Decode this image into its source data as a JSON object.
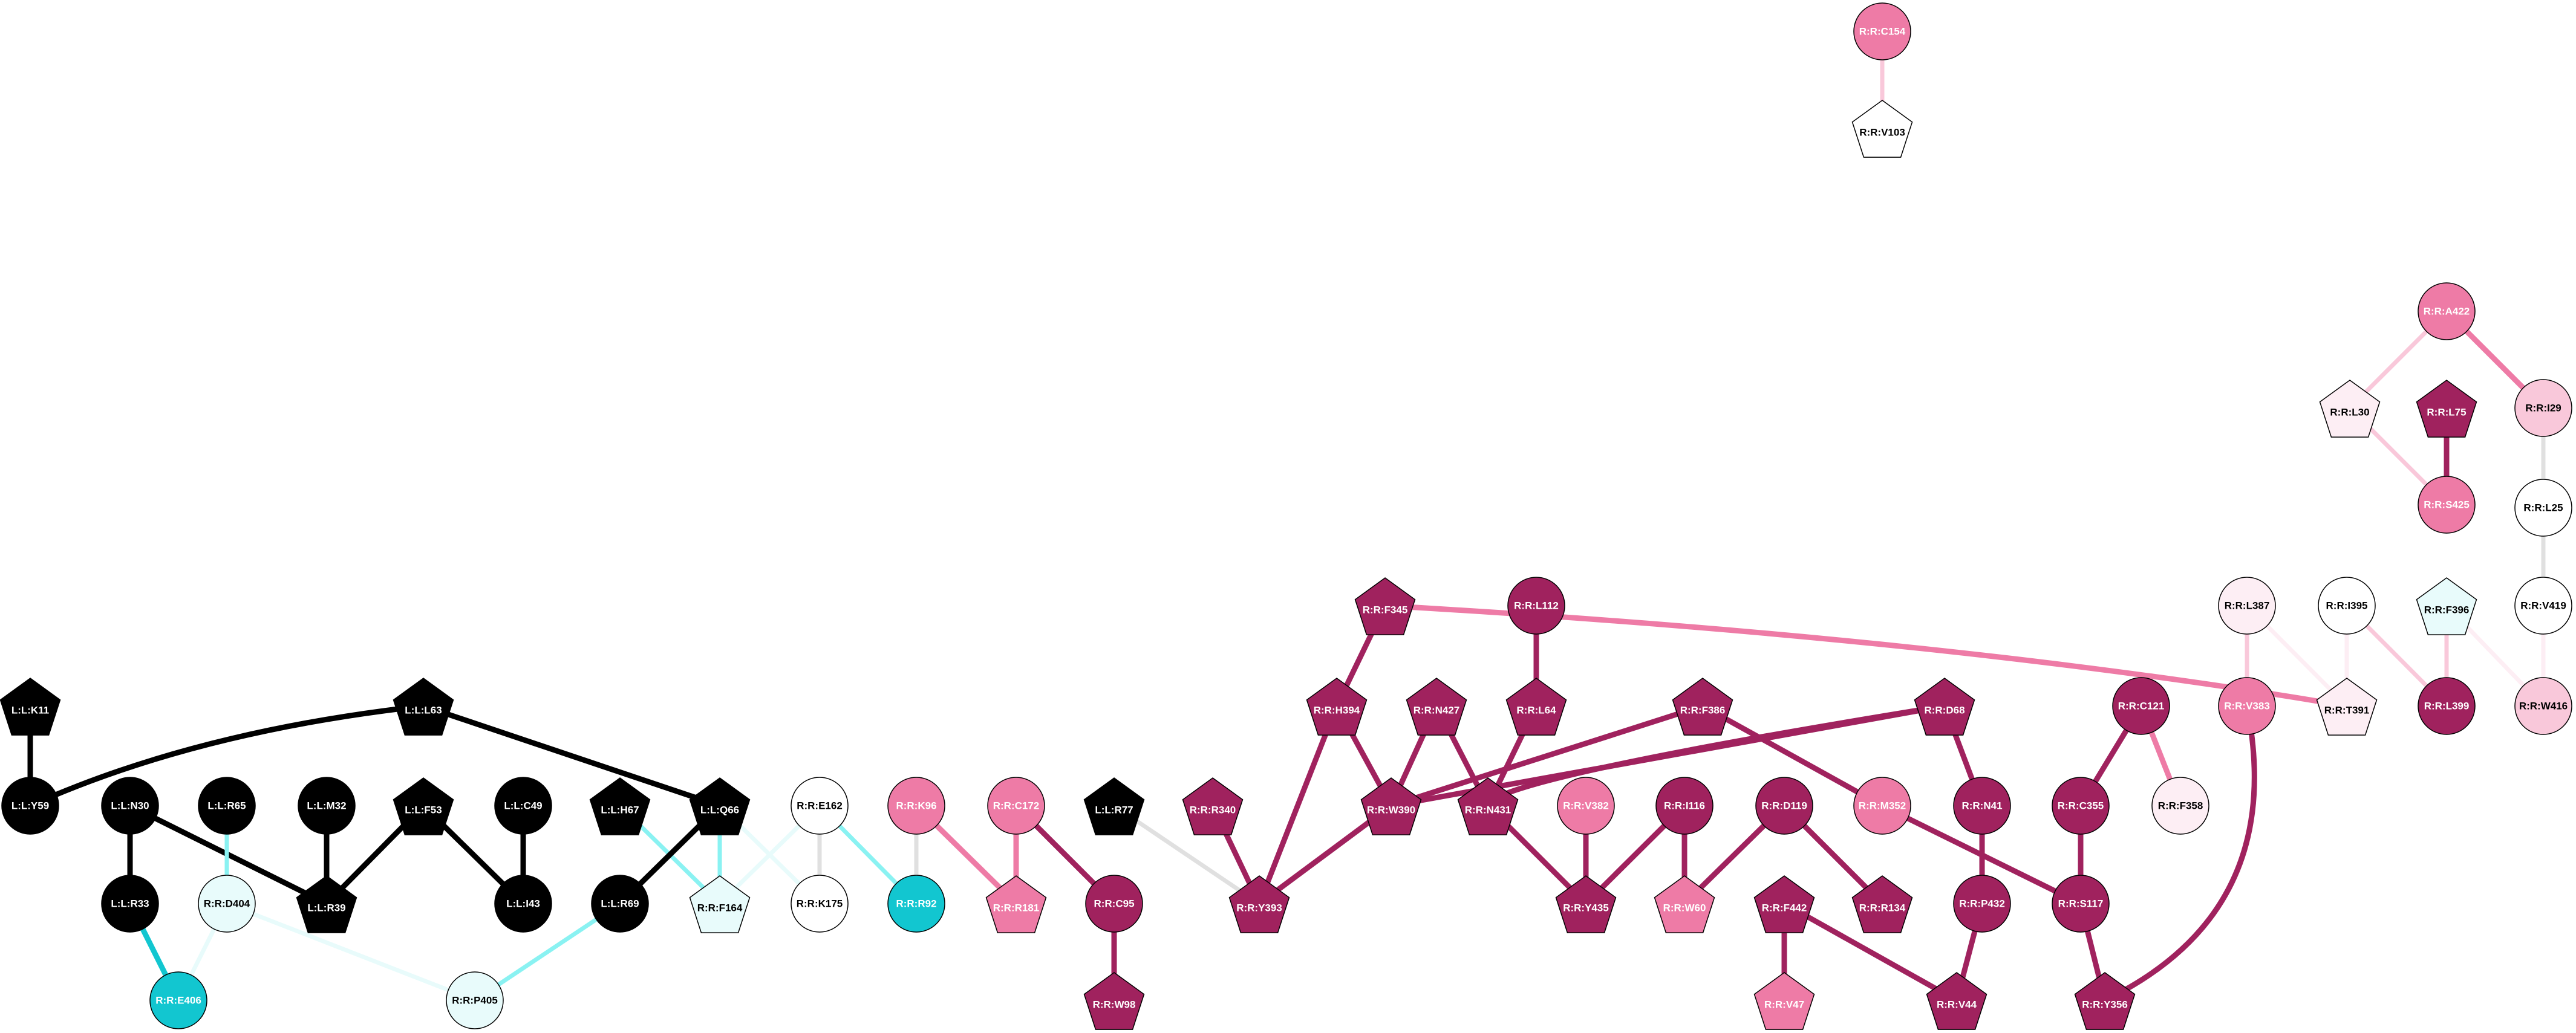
{
  "colors": {
    "black": "#000000",
    "white": "#ffffff",
    "cyan": "#12c6d0",
    "cyan_light": "#e8fbfb",
    "cyan_edge": "#8af2f2",
    "magenta": "#a0225e",
    "pink": "#ee7ba6",
    "pink_light": "#f9c8da",
    "pink_pale": "#fdeef4",
    "grey_edge": "#e0e0e0"
  },
  "nodes": [
    {
      "id": "RRC154",
      "label": "R:R:C154",
      "shape": "circle",
      "fill": "pink"
    },
    {
      "id": "RRV103",
      "label": "R:R:V103",
      "shape": "pentagon",
      "fill": "white"
    },
    {
      "id": "RRA422",
      "label": "R:R:A422",
      "shape": "circle",
      "fill": "pink"
    },
    {
      "id": "RRL30",
      "label": "R:R:L30",
      "shape": "pentagon",
      "fill": "pink_pale"
    },
    {
      "id": "RRL75",
      "label": "R:R:L75",
      "shape": "pentagon",
      "fill": "magenta"
    },
    {
      "id": "RRI29",
      "label": "R:R:I29",
      "shape": "circle",
      "fill": "pink_light"
    },
    {
      "id": "RRS425",
      "label": "R:R:S425",
      "shape": "circle",
      "fill": "pink"
    },
    {
      "id": "RRL25",
      "label": "R:R:L25",
      "shape": "circle",
      "fill": "white"
    },
    {
      "id": "RRF345",
      "label": "R:R:F345",
      "shape": "pentagon",
      "fill": "magenta"
    },
    {
      "id": "RRL112",
      "label": "R:R:L112",
      "shape": "circle",
      "fill": "magenta"
    },
    {
      "id": "RRL387",
      "label": "R:R:L387",
      "shape": "circle",
      "fill": "pink_pale"
    },
    {
      "id": "RRI395",
      "label": "R:R:I395",
      "shape": "circle",
      "fill": "white"
    },
    {
      "id": "RRF396",
      "label": "R:R:F396",
      "shape": "pentagon",
      "fill": "cyan_light"
    },
    {
      "id": "RRV419",
      "label": "R:R:V419",
      "shape": "circle",
      "fill": "white"
    },
    {
      "id": "LLK11",
      "label": "L:L:K11",
      "shape": "pentagon",
      "fill": "black"
    },
    {
      "id": "LLL63",
      "label": "L:L:L63",
      "shape": "pentagon",
      "fill": "black"
    },
    {
      "id": "RRH394",
      "label": "R:R:H394",
      "shape": "pentagon",
      "fill": "magenta"
    },
    {
      "id": "RRN427",
      "label": "R:R:N427",
      "shape": "pentagon",
      "fill": "magenta"
    },
    {
      "id": "RRL64",
      "label": "R:R:L64",
      "shape": "pentagon",
      "fill": "magenta"
    },
    {
      "id": "RRF386",
      "label": "R:R:F386",
      "shape": "pentagon",
      "fill": "magenta"
    },
    {
      "id": "RRD68",
      "label": "R:R:D68",
      "shape": "pentagon",
      "fill": "magenta"
    },
    {
      "id": "RRC121",
      "label": "R:R:C121",
      "shape": "circle",
      "fill": "magenta"
    },
    {
      "id": "RRV383",
      "label": "R:R:V383",
      "shape": "circle",
      "fill": "pink"
    },
    {
      "id": "RRT391",
      "label": "R:R:T391",
      "shape": "pentagon",
      "fill": "pink_pale"
    },
    {
      "id": "RRL399",
      "label": "R:R:L399",
      "shape": "circle",
      "fill": "magenta"
    },
    {
      "id": "RRW416",
      "label": "R:R:W416",
      "shape": "circle",
      "fill": "pink_light"
    },
    {
      "id": "LLY59",
      "label": "L:L:Y59",
      "shape": "circle",
      "fill": "black"
    },
    {
      "id": "LLN30",
      "label": "L:L:N30",
      "shape": "circle",
      "fill": "black"
    },
    {
      "id": "LLR65",
      "label": "L:L:R65",
      "shape": "circle",
      "fill": "black"
    },
    {
      "id": "LLM32",
      "label": "L:L:M32",
      "shape": "circle",
      "fill": "black"
    },
    {
      "id": "LLF53",
      "label": "L:L:F53",
      "shape": "pentagon",
      "fill": "black"
    },
    {
      "id": "LLC49",
      "label": "L:L:C49",
      "shape": "circle",
      "fill": "black"
    },
    {
      "id": "LLH67",
      "label": "L:L:H67",
      "shape": "pentagon",
      "fill": "black"
    },
    {
      "id": "LLQ66",
      "label": "L:L:Q66",
      "shape": "pentagon",
      "fill": "black"
    },
    {
      "id": "RRE162",
      "label": "R:R:E162",
      "shape": "circle",
      "fill": "white"
    },
    {
      "id": "RRK96",
      "label": "R:R:K96",
      "shape": "circle",
      "fill": "pink"
    },
    {
      "id": "RRC172",
      "label": "R:R:C172",
      "shape": "circle",
      "fill": "pink"
    },
    {
      "id": "LLR77",
      "label": "L:L:R77",
      "shape": "pentagon",
      "fill": "black"
    },
    {
      "id": "RRR340",
      "label": "R:R:R340",
      "shape": "pentagon",
      "fill": "magenta"
    },
    {
      "id": "RRW390",
      "label": "R:R:W390",
      "shape": "pentagon",
      "fill": "magenta"
    },
    {
      "id": "RRN431",
      "label": "R:R:N431",
      "shape": "pentagon",
      "fill": "magenta"
    },
    {
      "id": "RRV382",
      "label": "R:R:V382",
      "shape": "circle",
      "fill": "pink"
    },
    {
      "id": "RRI116",
      "label": "R:R:I116",
      "shape": "circle",
      "fill": "magenta"
    },
    {
      "id": "RRD119",
      "label": "R:R:D119",
      "shape": "circle",
      "fill": "magenta"
    },
    {
      "id": "RRM352",
      "label": "R:R:M352",
      "shape": "circle",
      "fill": "pink"
    },
    {
      "id": "RRN41",
      "label": "R:R:N41",
      "shape": "circle",
      "fill": "magenta"
    },
    {
      "id": "RRC355",
      "label": "R:R:C355",
      "shape": "circle",
      "fill": "magenta"
    },
    {
      "id": "RRF358",
      "label": "R:R:F358",
      "shape": "circle",
      "fill": "pink_pale"
    },
    {
      "id": "LLR33",
      "label": "L:L:R33",
      "shape": "circle",
      "fill": "black"
    },
    {
      "id": "RRD404",
      "label": "R:R:D404",
      "shape": "circle",
      "fill": "cyan_light"
    },
    {
      "id": "LLR39",
      "label": "L:L:R39",
      "shape": "pentagon",
      "fill": "black"
    },
    {
      "id": "LLI43",
      "label": "L:L:I43",
      "shape": "circle",
      "fill": "black"
    },
    {
      "id": "LLR69",
      "label": "L:L:R69",
      "shape": "circle",
      "fill": "black"
    },
    {
      "id": "RRF164",
      "label": "R:R:F164",
      "shape": "pentagon",
      "fill": "cyan_light"
    },
    {
      "id": "RRK175",
      "label": "R:R:K175",
      "shape": "circle",
      "fill": "white"
    },
    {
      "id": "RRR92",
      "label": "R:R:R92",
      "shape": "circle",
      "fill": "cyan"
    },
    {
      "id": "RRR181",
      "label": "R:R:R181",
      "shape": "pentagon",
      "fill": "pink"
    },
    {
      "id": "RRC95",
      "label": "R:R:C95",
      "shape": "circle",
      "fill": "magenta"
    },
    {
      "id": "RRY393",
      "label": "R:R:Y393",
      "shape": "pentagon",
      "fill": "magenta"
    },
    {
      "id": "RRY435",
      "label": "R:R:Y435",
      "shape": "pentagon",
      "fill": "magenta"
    },
    {
      "id": "RRW60",
      "label": "R:R:W60",
      "shape": "pentagon",
      "fill": "pink"
    },
    {
      "id": "RRR134",
      "label": "R:R:R134",
      "shape": "pentagon",
      "fill": "magenta"
    },
    {
      "id": "RRP432",
      "label": "R:R:P432",
      "shape": "circle",
      "fill": "magenta"
    },
    {
      "id": "RRS117",
      "label": "R:R:S117",
      "shape": "circle",
      "fill": "magenta"
    },
    {
      "id": "RRF442",
      "label": "R:R:F442",
      "shape": "pentagon",
      "fill": "magenta"
    },
    {
      "id": "RRE406",
      "label": "R:R:E406",
      "shape": "circle",
      "fill": "cyan"
    },
    {
      "id": "RRP405",
      "label": "R:R:P405",
      "shape": "circle",
      "fill": "cyan_light"
    },
    {
      "id": "RRW98",
      "label": "R:R:W98",
      "shape": "pentagon",
      "fill": "magenta"
    },
    {
      "id": "RRV47",
      "label": "R:R:V47",
      "shape": "pentagon",
      "fill": "pink"
    },
    {
      "id": "RRV44",
      "label": "R:R:V44",
      "shape": "pentagon",
      "fill": "magenta"
    },
    {
      "id": "RRY356",
      "label": "R:R:Y356",
      "shape": "pentagon",
      "fill": "magenta"
    }
  ],
  "edges": [
    {
      "from": "RRC154",
      "to": "RRV103",
      "color": "pink_light"
    },
    {
      "from": "RRA422",
      "to": "RRL30",
      "color": "pink_light"
    },
    {
      "from": "RRA422",
      "to": "RRI29",
      "color": "pink"
    },
    {
      "from": "RRL30",
      "to": "RRS425",
      "color": "pink_light"
    },
    {
      "from": "RRL75",
      "to": "RRS425",
      "color": "magenta"
    },
    {
      "from": "RRI29",
      "to": "RRL25",
      "color": "grey_edge"
    },
    {
      "from": "RRL25",
      "to": "RRV419",
      "color": "grey_edge"
    },
    {
      "from": "RRV419",
      "to": "RRW416",
      "color": "pink_pale"
    },
    {
      "from": "RRF396",
      "to": "RRW416",
      "color": "pink_pale"
    },
    {
      "from": "RRF396",
      "to": "RRL399",
      "color": "pink_light"
    },
    {
      "from": "RRI395",
      "to": "RRL399",
      "color": "pink_light"
    },
    {
      "from": "RRI395",
      "to": "RRT391",
      "color": "pink_pale"
    },
    {
      "from": "RRL387",
      "to": "RRT391",
      "color": "pink_pale"
    },
    {
      "from": "RRL387",
      "to": "RRV383",
      "color": "pink_light"
    },
    {
      "from": "RRF345",
      "to": "RRT391",
      "color": "pink",
      "curve": [
        3150,
        1070
      ]
    },
    {
      "from": "RRF345",
      "to": "RRH394",
      "color": "magenta"
    },
    {
      "from": "RRL112",
      "to": "RRL64",
      "color": "magenta"
    },
    {
      "from": "RRH394",
      "to": "RRW390",
      "color": "magenta"
    },
    {
      "from": "RRH394",
      "to": "RRY393",
      "color": "magenta"
    },
    {
      "from": "RRN427",
      "to": "RRW390",
      "color": "magenta"
    },
    {
      "from": "RRN427",
      "to": "RRN431",
      "color": "magenta"
    },
    {
      "from": "RRL64",
      "to": "RRN431",
      "color": "magenta"
    },
    {
      "from": "RRF386",
      "to": "RRW390",
      "color": "magenta"
    },
    {
      "from": "RRF386",
      "to": "RRM352",
      "color": "magenta"
    },
    {
      "from": "RRD68",
      "to": "RRW390",
      "color": "magenta"
    },
    {
      "from": "RRD68",
      "to": "RRN431",
      "color": "magenta",
      "curve": [
        2650,
        1270
      ]
    },
    {
      "from": "RRD68",
      "to": "RRN41",
      "color": "magenta"
    },
    {
      "from": "RRC121",
      "to": "RRC355",
      "color": "magenta"
    },
    {
      "from": "RRC121",
      "to": "RRF358",
      "color": "pink"
    },
    {
      "from": "RRV383",
      "to": "RRY356",
      "color": "magenta",
      "curve": [
        3690,
        1460
      ]
    },
    {
      "from": "RRW390",
      "to": "RRY393",
      "color": "magenta"
    },
    {
      "from": "RRN431",
      "to": "RRY435",
      "color": "magenta"
    },
    {
      "from": "RRV382",
      "to": "RRY435",
      "color": "magenta"
    },
    {
      "from": "RRI116",
      "to": "RRY435",
      "color": "magenta"
    },
    {
      "from": "RRI116",
      "to": "RRW60",
      "color": "magenta"
    },
    {
      "from": "RRD119",
      "to": "RRW60",
      "color": "magenta"
    },
    {
      "from": "RRD119",
      "to": "RRR134",
      "color": "magenta"
    },
    {
      "from": "RRM352",
      "to": "RRS117",
      "color": "magenta"
    },
    {
      "from": "RRN41",
      "to": "RRP432",
      "color": "magenta"
    },
    {
      "from": "RRC355",
      "to": "RRS117",
      "color": "magenta"
    },
    {
      "from": "RRS117",
      "to": "RRY356",
      "color": "magenta"
    },
    {
      "from": "RRP432",
      "to": "RRV44",
      "color": "magenta"
    },
    {
      "from": "RRF442",
      "to": "RRV44",
      "color": "magenta"
    },
    {
      "from": "RRF442",
      "to": "RRV47",
      "color": "magenta"
    },
    {
      "from": "RRR340",
      "to": "RRY393",
      "color": "magenta"
    },
    {
      "from": "LLR77",
      "to": "RRY393",
      "color": "grey_edge"
    },
    {
      "from": "RRK96",
      "to": "RRR92",
      "color": "grey_edge"
    },
    {
      "from": "RRK96",
      "to": "RRR181",
      "color": "pink"
    },
    {
      "from": "RRC172",
      "to": "RRR181",
      "color": "pink"
    },
    {
      "from": "RRC172",
      "to": "RRC95",
      "color": "magenta"
    },
    {
      "from": "RRC95",
      "to": "RRW98",
      "color": "magenta"
    },
    {
      "from": "RRE162",
      "to": "RRK175",
      "color": "grey_edge"
    },
    {
      "from": "RRE162",
      "to": "RRR92",
      "color": "cyan_edge"
    },
    {
      "from": "RRE162",
      "to": "RRF164",
      "color": "cyan_light"
    },
    {
      "from": "LLQ66",
      "to": "RRK175",
      "color": "cyan_light"
    },
    {
      "from": "LLL63",
      "to": "LLY59",
      "color": "black",
      "curve": [
        350,
        1230
      ]
    },
    {
      "from": "LLL63",
      "to": "LLQ66",
      "color": "black"
    },
    {
      "from": "LLK11",
      "to": "LLY59",
      "color": "black"
    },
    {
      "from": "LLN30",
      "to": "LLR33",
      "color": "black"
    },
    {
      "from": "LLN30",
      "to": "LLR39",
      "color": "black"
    },
    {
      "from": "LLM32",
      "to": "LLR39",
      "color": "black"
    },
    {
      "from": "LLF53",
      "to": "LLR39",
      "color": "black"
    },
    {
      "from": "LLF53",
      "to": "LLI43",
      "color": "black"
    },
    {
      "from": "LLC49",
      "to": "LLI43",
      "color": "black"
    },
    {
      "from": "LLR65",
      "to": "RRD404",
      "color": "cyan_edge"
    },
    {
      "from": "LLR33",
      "to": "RRE406",
      "color": "cyan"
    },
    {
      "from": "RRD404",
      "to": "RRE406",
      "color": "cyan_light"
    },
    {
      "from": "RRD404",
      "to": "RRP405",
      "color": "cyan_light"
    },
    {
      "from": "LLH67",
      "to": "RRF164",
      "color": "cyan_edge"
    },
    {
      "from": "LLQ66",
      "to": "RRF164",
      "color": "cyan_edge"
    },
    {
      "from": "LLQ66",
      "to": "LLR69",
      "color": "black"
    },
    {
      "from": "LLR69",
      "to": "RRP405",
      "color": "cyan_edge"
    }
  ]
}
